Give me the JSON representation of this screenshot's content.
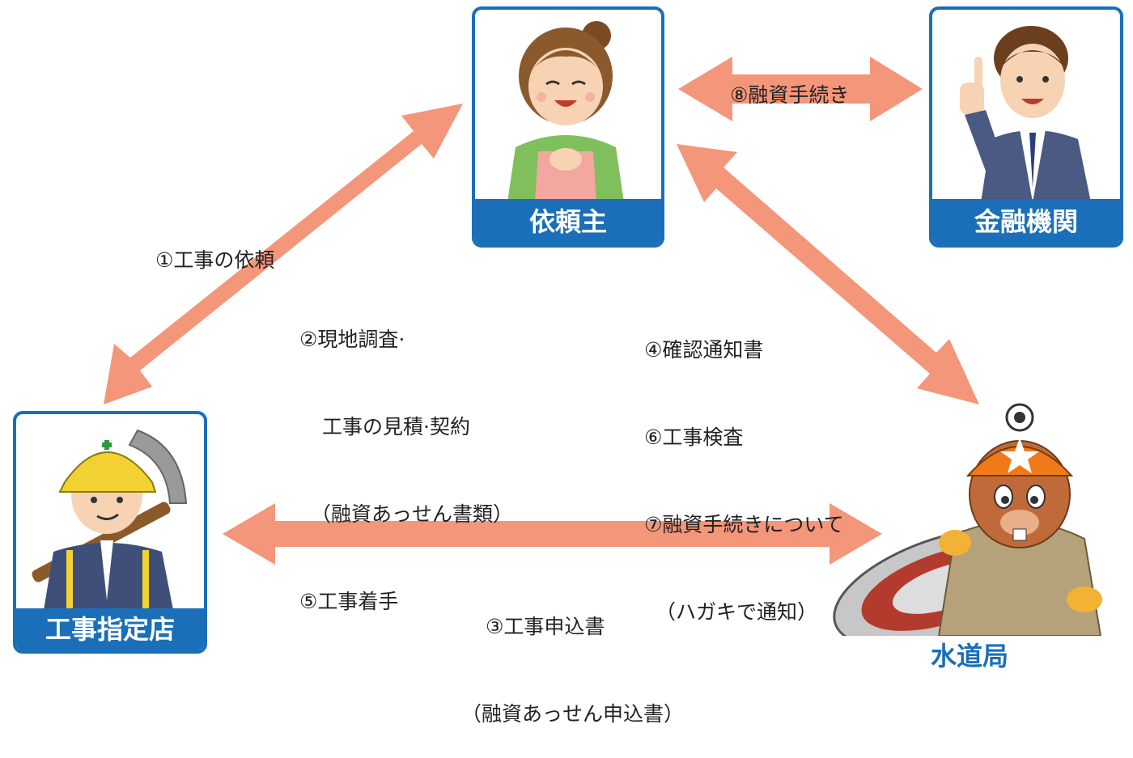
{
  "colors": {
    "arrow": "#f4967a",
    "card_border": "#1a6fb8",
    "label_text": "#ffffff"
  },
  "nodes": {
    "client": {
      "label": "依頼主",
      "icon": "woman-in-apron-icon"
    },
    "bank": {
      "label": "金融機関",
      "icon": "businessman-pointing-icon"
    },
    "contractor": {
      "label": "工事指定店",
      "icon": "construction-worker-with-pickaxe-icon"
    },
    "bureau": {
      "label": "水道局",
      "icon": "beaver-mascot-in-manhole-icon"
    }
  },
  "edges": {
    "e1": {
      "lines": [
        "①工事の依頼"
      ]
    },
    "e2": {
      "lines": [
        "②現地調査·",
        "工事の見積·契約",
        "（融資あっせん書類）",
        "⑤工事着手"
      ]
    },
    "e3": {
      "lines": [
        "③工事申込書",
        "（融資あっせん申込書）"
      ]
    },
    "e4": {
      "lines": [
        "④確認通知書",
        "⑥工事検査",
        "⑦融資手続きについて",
        "（ハガキで通知）"
      ]
    },
    "e8": {
      "lines": [
        "⑧融資手続き"
      ]
    }
  }
}
